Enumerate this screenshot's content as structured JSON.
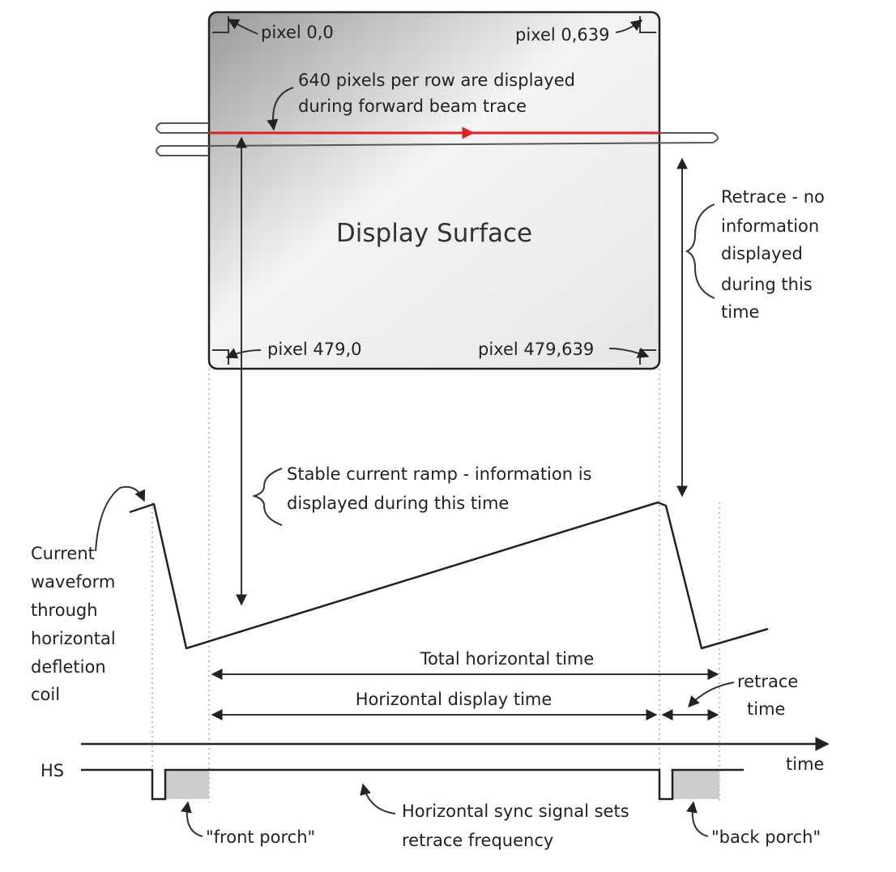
{
  "display": {
    "title": "Display Surface",
    "corner_top_left": "pixel 0,0",
    "corner_top_right": "pixel 0,639",
    "corner_bottom_left": "pixel 479,0",
    "corner_bottom_right": "pixel 479,639"
  },
  "annotations": {
    "forward_trace": [
      "640 pixels per row are displayed",
      "during forward beam trace"
    ],
    "retrace": [
      "Retrace - no",
      "information",
      "displayed",
      "during this",
      "time"
    ],
    "stable_ramp": [
      "Stable current ramp - information is",
      "displayed during this time"
    ],
    "current_waveform": [
      "Current",
      "waveform",
      "through",
      "horizontal",
      "defletion",
      "coil"
    ],
    "total_horizontal_time": "Total horizontal  time",
    "horizontal_display_time": "Horizontal display time",
    "retrace_time": [
      "retrace",
      "time"
    ],
    "time_axis": "time",
    "hs_label": "HS",
    "sync_signal": [
      "Horizontal sync signal sets",
      "retrace frequency"
    ],
    "front_porch": "\"front porch\"",
    "back_porch": "\"back porch\""
  },
  "colors": {
    "beam_trace": "#e02020",
    "porch_fill": "#cccccc"
  }
}
